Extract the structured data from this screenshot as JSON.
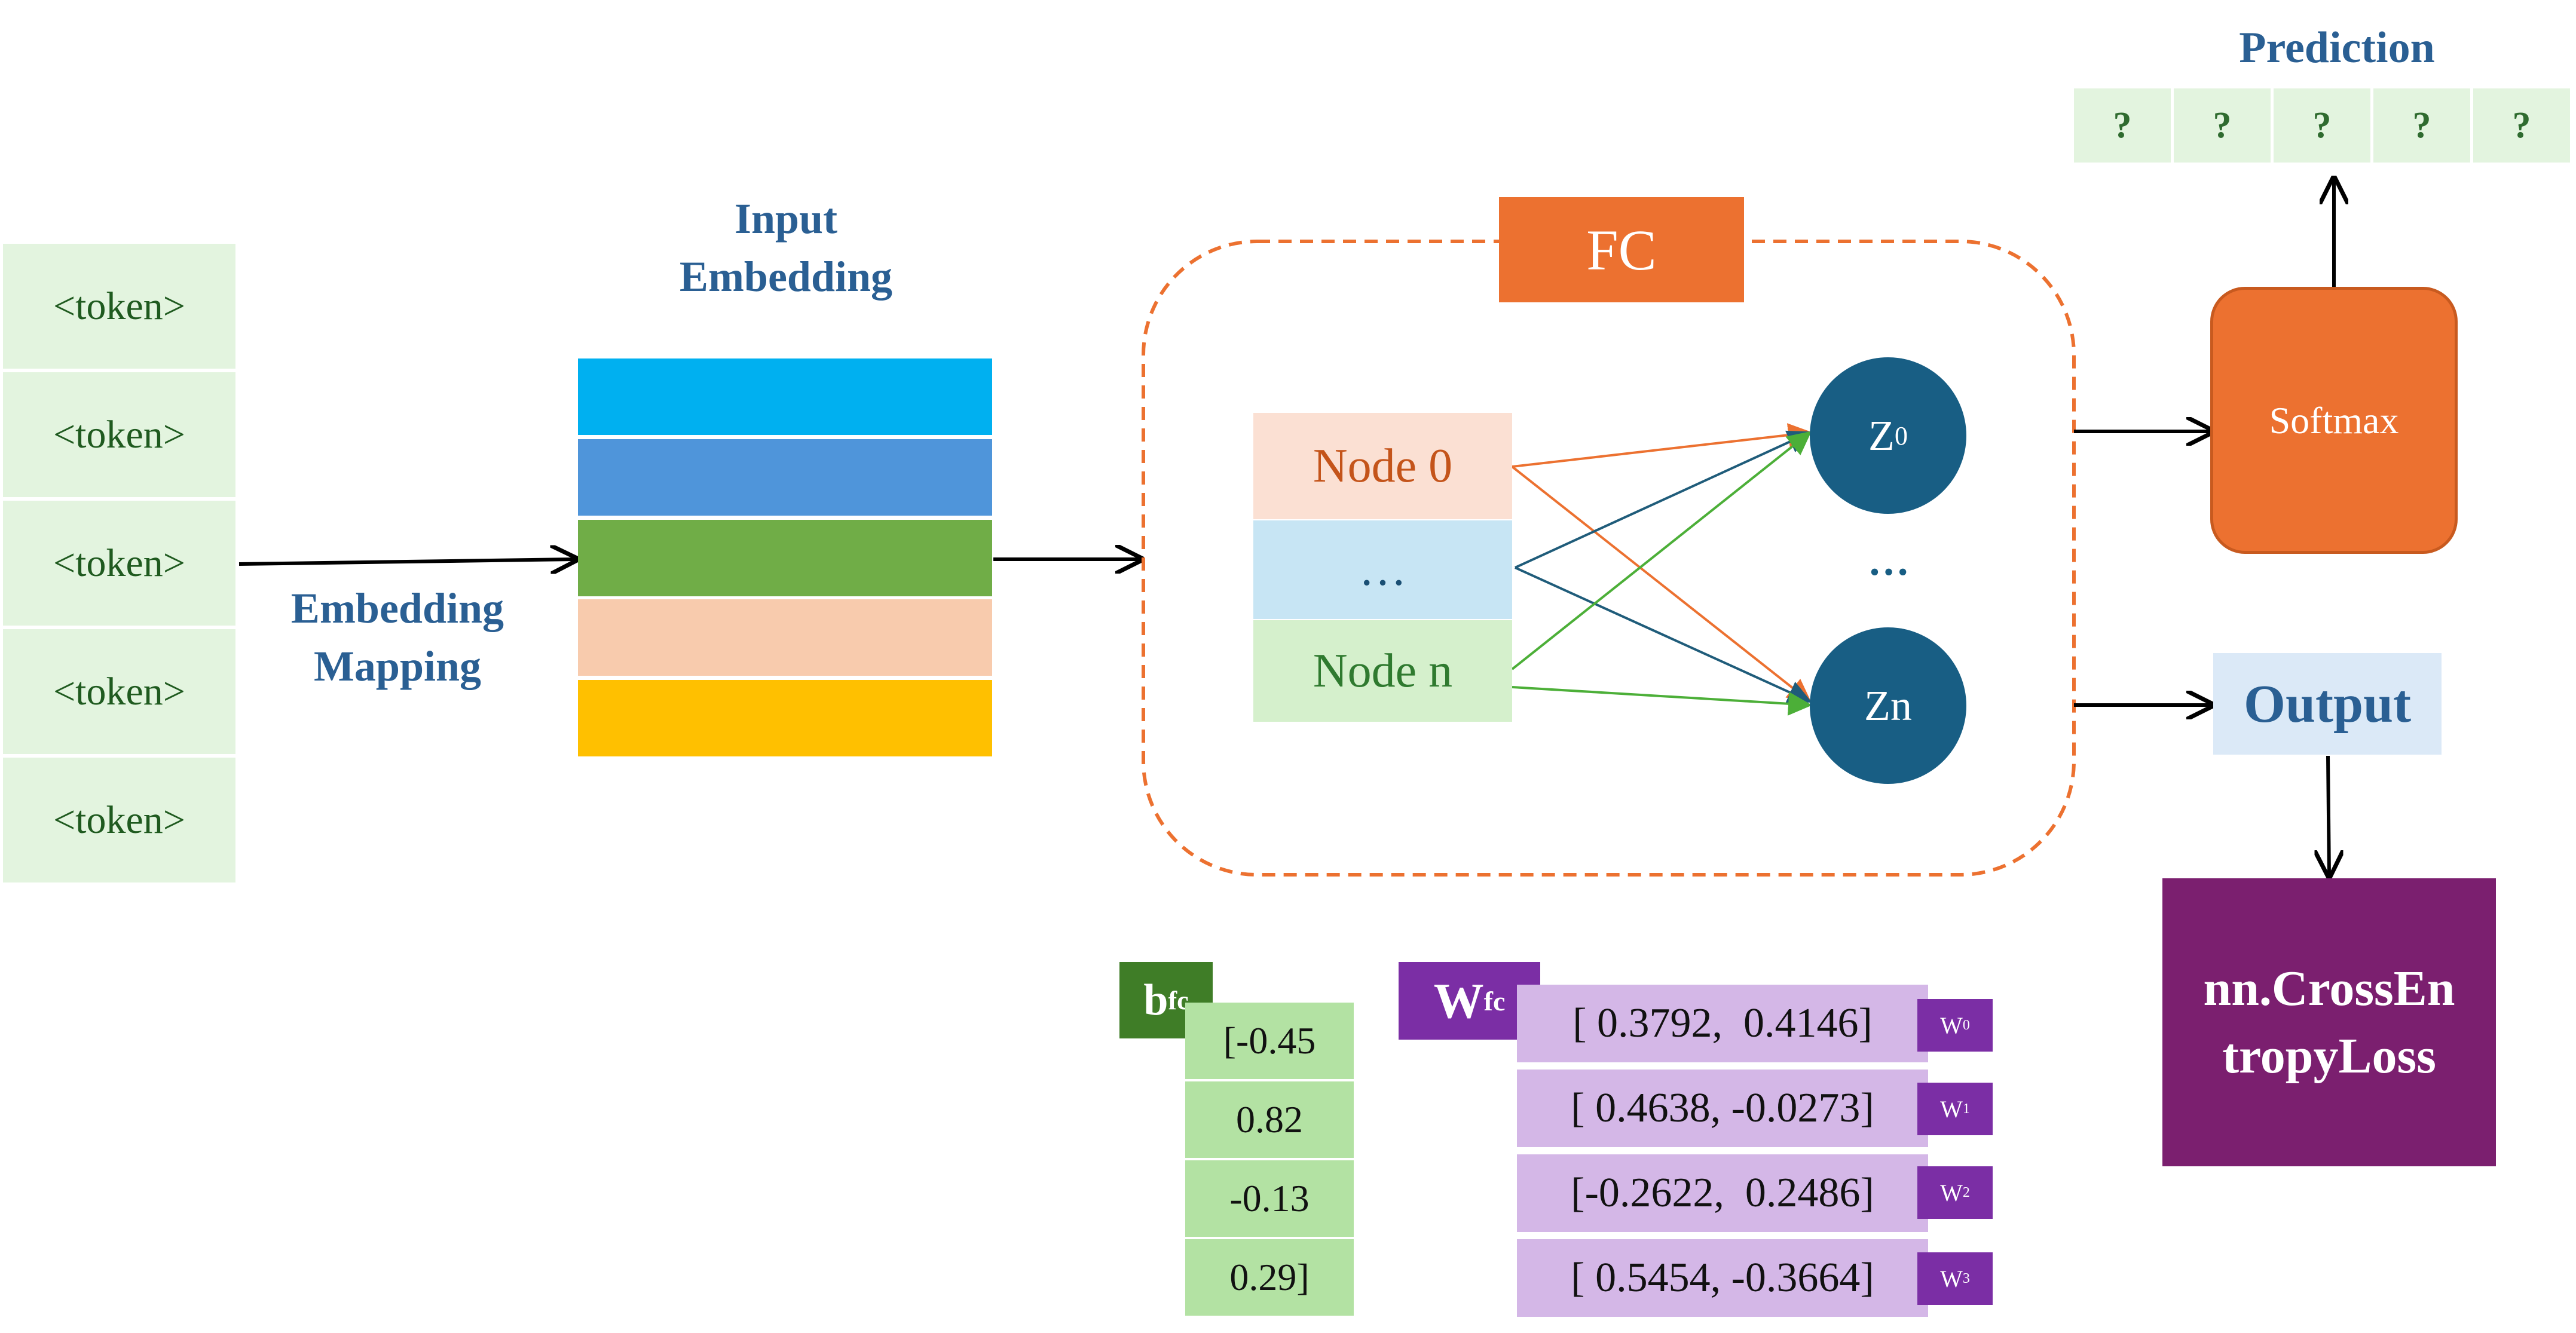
{
  "tokens": [
    "<token>",
    "<token>",
    "<token>",
    "<token>",
    "<token>"
  ],
  "embedding_mapping_label": [
    "Embedding",
    "Mapping"
  ],
  "input_embedding_label": [
    "Input",
    "Embedding"
  ],
  "embedding_colors": [
    "#00b0f0",
    "#4f95da",
    "#70ad47",
    "#f8cbad",
    "#ffc000"
  ],
  "fc_label": "FC",
  "nodes": {
    "node0": "Node 0",
    "ellipsis": "…",
    "noden": "Node n"
  },
  "outputs": {
    "z0_base": "Z",
    "z0_sub": "0",
    "ellipsis": "…",
    "zn": "Zn"
  },
  "softmax_label": "Softmax",
  "output_label": "Output",
  "loss_label": [
    "nn.CrossEn",
    "tropyLoss"
  ],
  "prediction": {
    "title": "Prediction",
    "cells": [
      "?",
      "?",
      "?",
      "?",
      "?"
    ]
  },
  "bias": {
    "tag_main": "b",
    "tag_sub": "fc",
    "values": [
      "[-0.45",
      "0.82",
      "-0.13",
      "0.29]"
    ]
  },
  "weights": {
    "tag_main": "W",
    "tag_sub": "fc",
    "rows": [
      "[ 0.3792,  0.4146]",
      "[ 0.4638, -0.0273]",
      "[-0.2622,  0.2486]",
      "[ 0.5454, -0.3664]"
    ],
    "row_tags": [
      {
        "main": "W",
        "sub": "0"
      },
      {
        "main": "W",
        "sub": "1"
      },
      {
        "main": "W",
        "sub": "2"
      },
      {
        "main": "W",
        "sub": "3"
      }
    ]
  },
  "colors": {
    "fc_orange": "#ec7130",
    "circle_blue": "#185e84",
    "loss_purple": "#7b1f6f",
    "tag_purple": "#7b2ea5",
    "bias_green": "#3f7d27",
    "green_line": "#4caf38",
    "navy_line": "#1f5c7a"
  }
}
